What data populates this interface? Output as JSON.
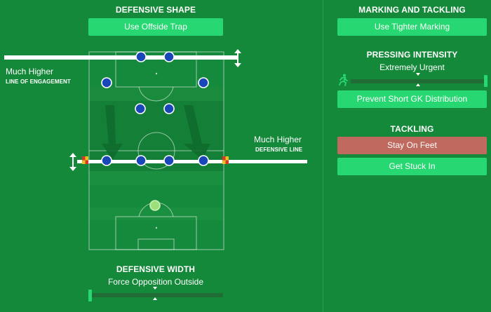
{
  "defensive_shape": {
    "heading": "DEFENSIVE SHAPE",
    "offside_button": "Use Offside Trap"
  },
  "line_of_engagement": {
    "value": "Much Higher",
    "label": "LINE OF ENGAGEMENT"
  },
  "defensive_line": {
    "value": "Much Higher",
    "label": "DEFENSIVE LINE"
  },
  "defensive_width": {
    "heading": "DEFENSIVE WIDTH",
    "value": "Force Opposition Outside",
    "level": 0.0
  },
  "marking_tackling": {
    "heading": "MARKING AND TACKLING",
    "marking_button": "Use Tighter Marking"
  },
  "pressing": {
    "heading": "PRESSING INTENSITY",
    "value": "Extremely Urgent",
    "level": 1.0,
    "gk_button": "Prevent Short GK Distribution"
  },
  "tackling": {
    "heading": "TACKLING",
    "options": [
      "Stay On Feet",
      "Get Stuck In"
    ],
    "selected": "Stay On Feet"
  },
  "colors": {
    "background": "#14893a",
    "button": "#27d872",
    "selected_red": "#c0695e",
    "player": "#1a47b8"
  },
  "icons": [
    "up-down-arrow-icon",
    "running-player-icon",
    "offside-flag-icon",
    "slider-marker-icon"
  ]
}
